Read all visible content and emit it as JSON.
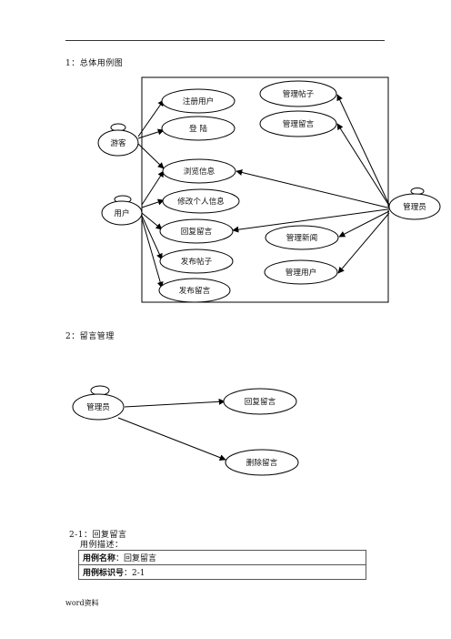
{
  "sections": {
    "s1": "1：总体用例图",
    "s2": "2：留言管理",
    "s21": "2-1：回复留言",
    "desc": "用例描述："
  },
  "diagram1": {
    "actors": {
      "visitor": "游客",
      "user": "用户",
      "admin": "管理员"
    },
    "usecases": {
      "register": "注册用户",
      "login": "登 陆",
      "browse": "浏览信息",
      "edit_info": "修改个人信息",
      "reply": "回复留言",
      "post_topic": "发布帖子",
      "post_msg": "发布留言",
      "manage_posts": "管理帖子",
      "manage_msgs": "管理留言",
      "manage_news": "管理新闻",
      "manage_users": "管理用户"
    }
  },
  "diagram2": {
    "actor": "管理员",
    "usecases": {
      "reply": "回复留言",
      "delete": "删除留言"
    }
  },
  "table": {
    "rows": [
      {
        "label": "用例名称",
        "value": "：回复留言"
      },
      {
        "label": "用例标识号",
        "value": "：2-1"
      }
    ]
  },
  "footer": "word资料"
}
